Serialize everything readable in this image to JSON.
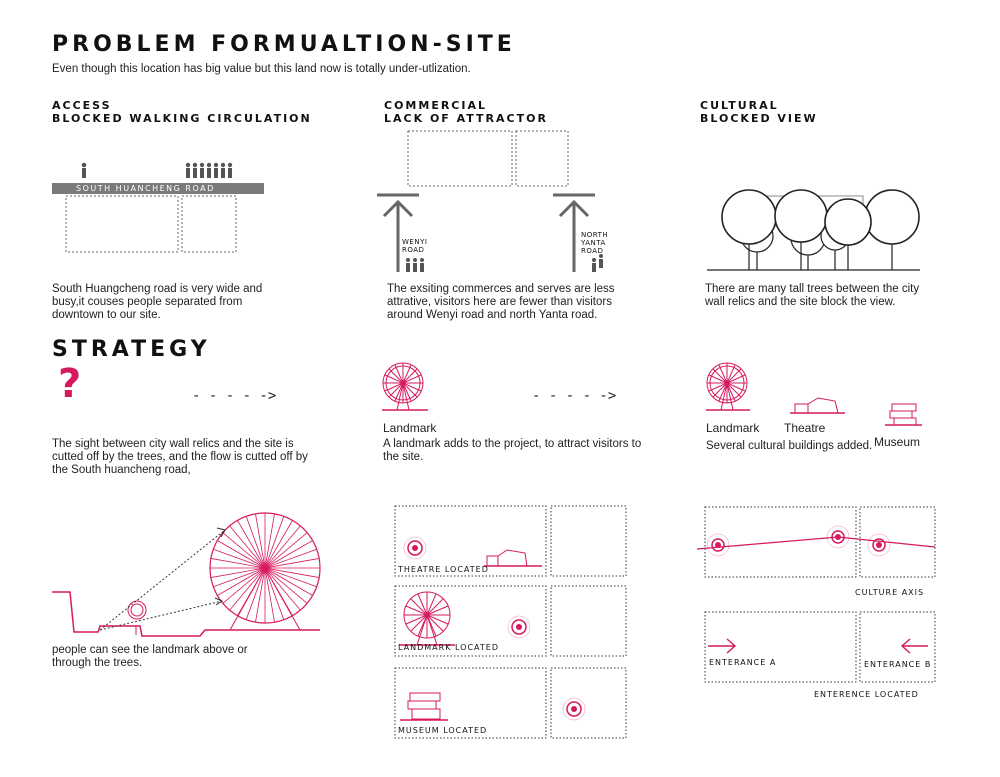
{
  "header": {
    "title": "PROBLEM FORMUALTION-SITE",
    "subtitle": "Even though this location has big value but this land now is totally under-utlization."
  },
  "problems": [
    {
      "heading": "ACCESS\nBLOCKED WALKING CIRCULATION",
      "road_label": "SOUTH HUANCHENG ROAD",
      "text": "South Huangcheng road is very wide and busy,it couses people separated from downtown to our site."
    },
    {
      "heading": "COMMERCIAL\nLACK OF ATTRACTOR",
      "road_a": "WENYI\nROAD",
      "road_b": "NORTH\nYANTA\nROAD",
      "text": "The exsiting commerces and serves are less attrative, visitors here are fewer than visitors around Wenyi road and north Yanta road."
    },
    {
      "heading": "CULTURAL\nBLOCKED VIEW",
      "text": "There are many tall trees between the city wall relics and the site block the view."
    }
  ],
  "strategy": {
    "title": "STRATEGY",
    "question_mark": "?",
    "arrow_glyph": "- - - - ->",
    "col1_text": "The sight between city wall relics and the site is cutted off by the trees, and the flow is cutted off by the South huancheng road,",
    "col2_label": "Landmark",
    "col2_text": "A landmark adds to the project, to attract visitors to the site.",
    "col3_labels": [
      "Landmark",
      "Theatre",
      "Museum"
    ],
    "col3_text": "Several cultural buildings added.",
    "section_text": "people can see the landmark above or through the trees.",
    "located": [
      "THEATRE LOCATED",
      "LANDMARK LOCATED",
      "MUSEUM LOCATED"
    ],
    "culture_axis": "CULTURE AXIS",
    "entrance_a": "ENTERANCE A",
    "entrance_b": "ENTERANCE B",
    "entrance_located": "ENTERENCE LOCATED"
  },
  "colors": {
    "accent": "#d6195f",
    "road": "#7a7a7a",
    "line": "#333333"
  }
}
